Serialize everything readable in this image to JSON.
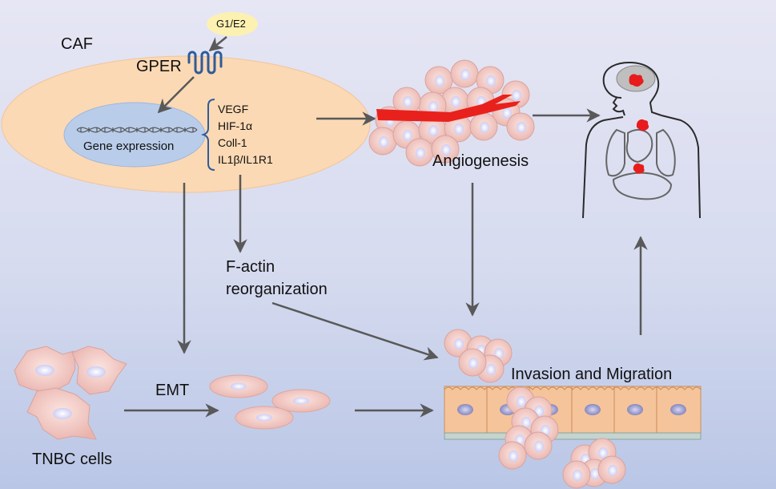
{
  "labels": {
    "ligand": "G1/E2",
    "caf": "CAF",
    "gper": "GPER",
    "gene_expression": "Gene expression",
    "angiogenesis": "Angiogenesis",
    "factin": "F-actin",
    "reorganization": "reorganization",
    "emt": "EMT",
    "tnbc": "TNBC cells",
    "invasion": "Invasion and Migration"
  },
  "genes": [
    "VEGF",
    "HIF-1α",
    "Coll-1",
    "IL1β/IL1R1"
  ],
  "colors": {
    "caf_fill": "#fbd9b4",
    "nucleus_fill": "#b9cdea",
    "arrow": "#595959",
    "receptor": "#2f5c9a",
    "vessel": "#e8211c",
    "cell": "#f2c9c4",
    "tumor_spot": "#e81c1c",
    "ligand_fill": "#fdf1b2"
  }
}
